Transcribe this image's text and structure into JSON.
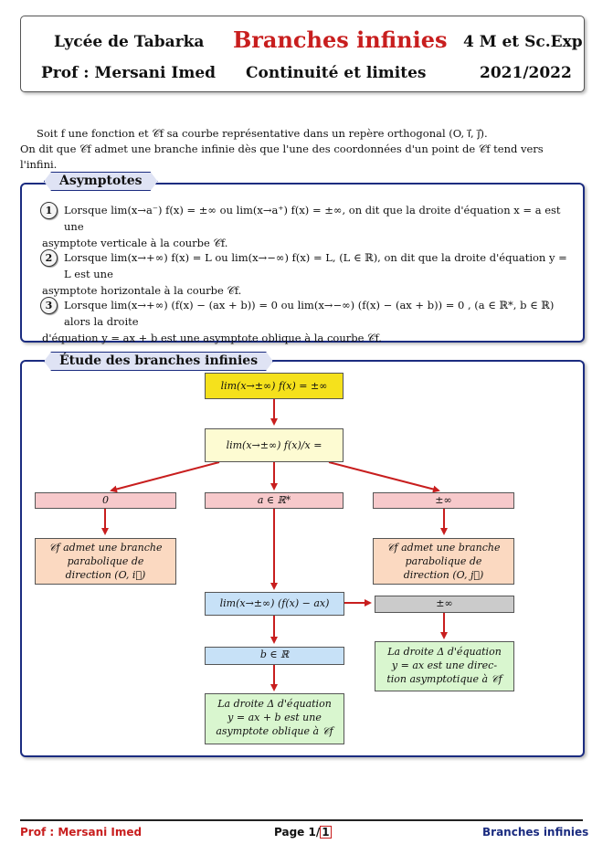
{
  "header": {
    "school": "Lycée de Tabarka",
    "title": "Branches infinies",
    "classes": "4 M et Sc.Exp",
    "teacher": "Prof : Mersani Imed",
    "chapter": "Continuité et limites",
    "year": "2021/2022"
  },
  "intro": {
    "line1": "Soit f une fonction et 𝒞f sa courbe représentative dans un repère orthogonal (O, i⃗, j⃗).",
    "line2": "On dit que 𝒞f admet une branche infinie dès que l'une des coordonnées d'un point de 𝒞f tend vers l'infini."
  },
  "asymptotes": {
    "title": "Asymptotes",
    "items": [
      {
        "num": "1",
        "line1": "Lorsque lim(x→a⁻) f(x) = ±∞ ou lim(x→a⁺) f(x) = ±∞, on dit que la droite d'équation x = a est une",
        "line2": "asymptote verticale à la courbe 𝒞f."
      },
      {
        "num": "2",
        "line1": "Lorsque lim(x→+∞) f(x) = L ou lim(x→−∞) f(x) = L, (L ∈ ℝ), on dit que la droite d'équation y = L est une",
        "line2": "asymptote horizontale à la courbe 𝒞f."
      },
      {
        "num": "3",
        "line1": "Lorsque lim(x→+∞) (f(x) − (ax + b)) = 0 ou lim(x→−∞) (f(x) − (ax + b)) = 0 , (a ∈ ℝ*, b ∈ ℝ) alors la droite",
        "line2": "d'équation y = ax + b est une asymptote oblique à la courbe 𝒞f."
      }
    ]
  },
  "etude": {
    "title": "Étude des branches infinies",
    "n1": "lim(x→±∞) f(x) = ±∞",
    "n2": "lim(x→±∞) f(x)/x =",
    "n3a": "0",
    "n3b": "a ∈ ℝ*",
    "n3c": "±∞",
    "n4a_1": "𝒞f admet une branche",
    "n4a_2": "parabolique de",
    "n4a_3": "direction (O, i⃗)",
    "n4c_1": "𝒞f admet une branche",
    "n4c_2": "parabolique de",
    "n4c_3": "direction (O, j⃗)",
    "n5": "lim(x→±∞) (f(x) − ax)",
    "n5r": "±∞",
    "n6": "b ∈ ℝ",
    "n6r_1": "La droite Δ d'équation",
    "n6r_2": "y = ax est une direc-",
    "n6r_3": "tion asymptotique à 𝒞f",
    "n7_1": "La droite Δ d'équation",
    "n7_2": "y = ax + b est une",
    "n7_3": "asymptote oblique à 𝒞f"
  },
  "footer": {
    "left": "Prof : Mersani Imed",
    "page_label": "Page 1/",
    "page_current": "1",
    "right": "Branches infinies"
  },
  "colors": {
    "title_red": "#c81e1e",
    "frame_blue": "#1b2c80",
    "arrow_red": "#c81e1e"
  }
}
